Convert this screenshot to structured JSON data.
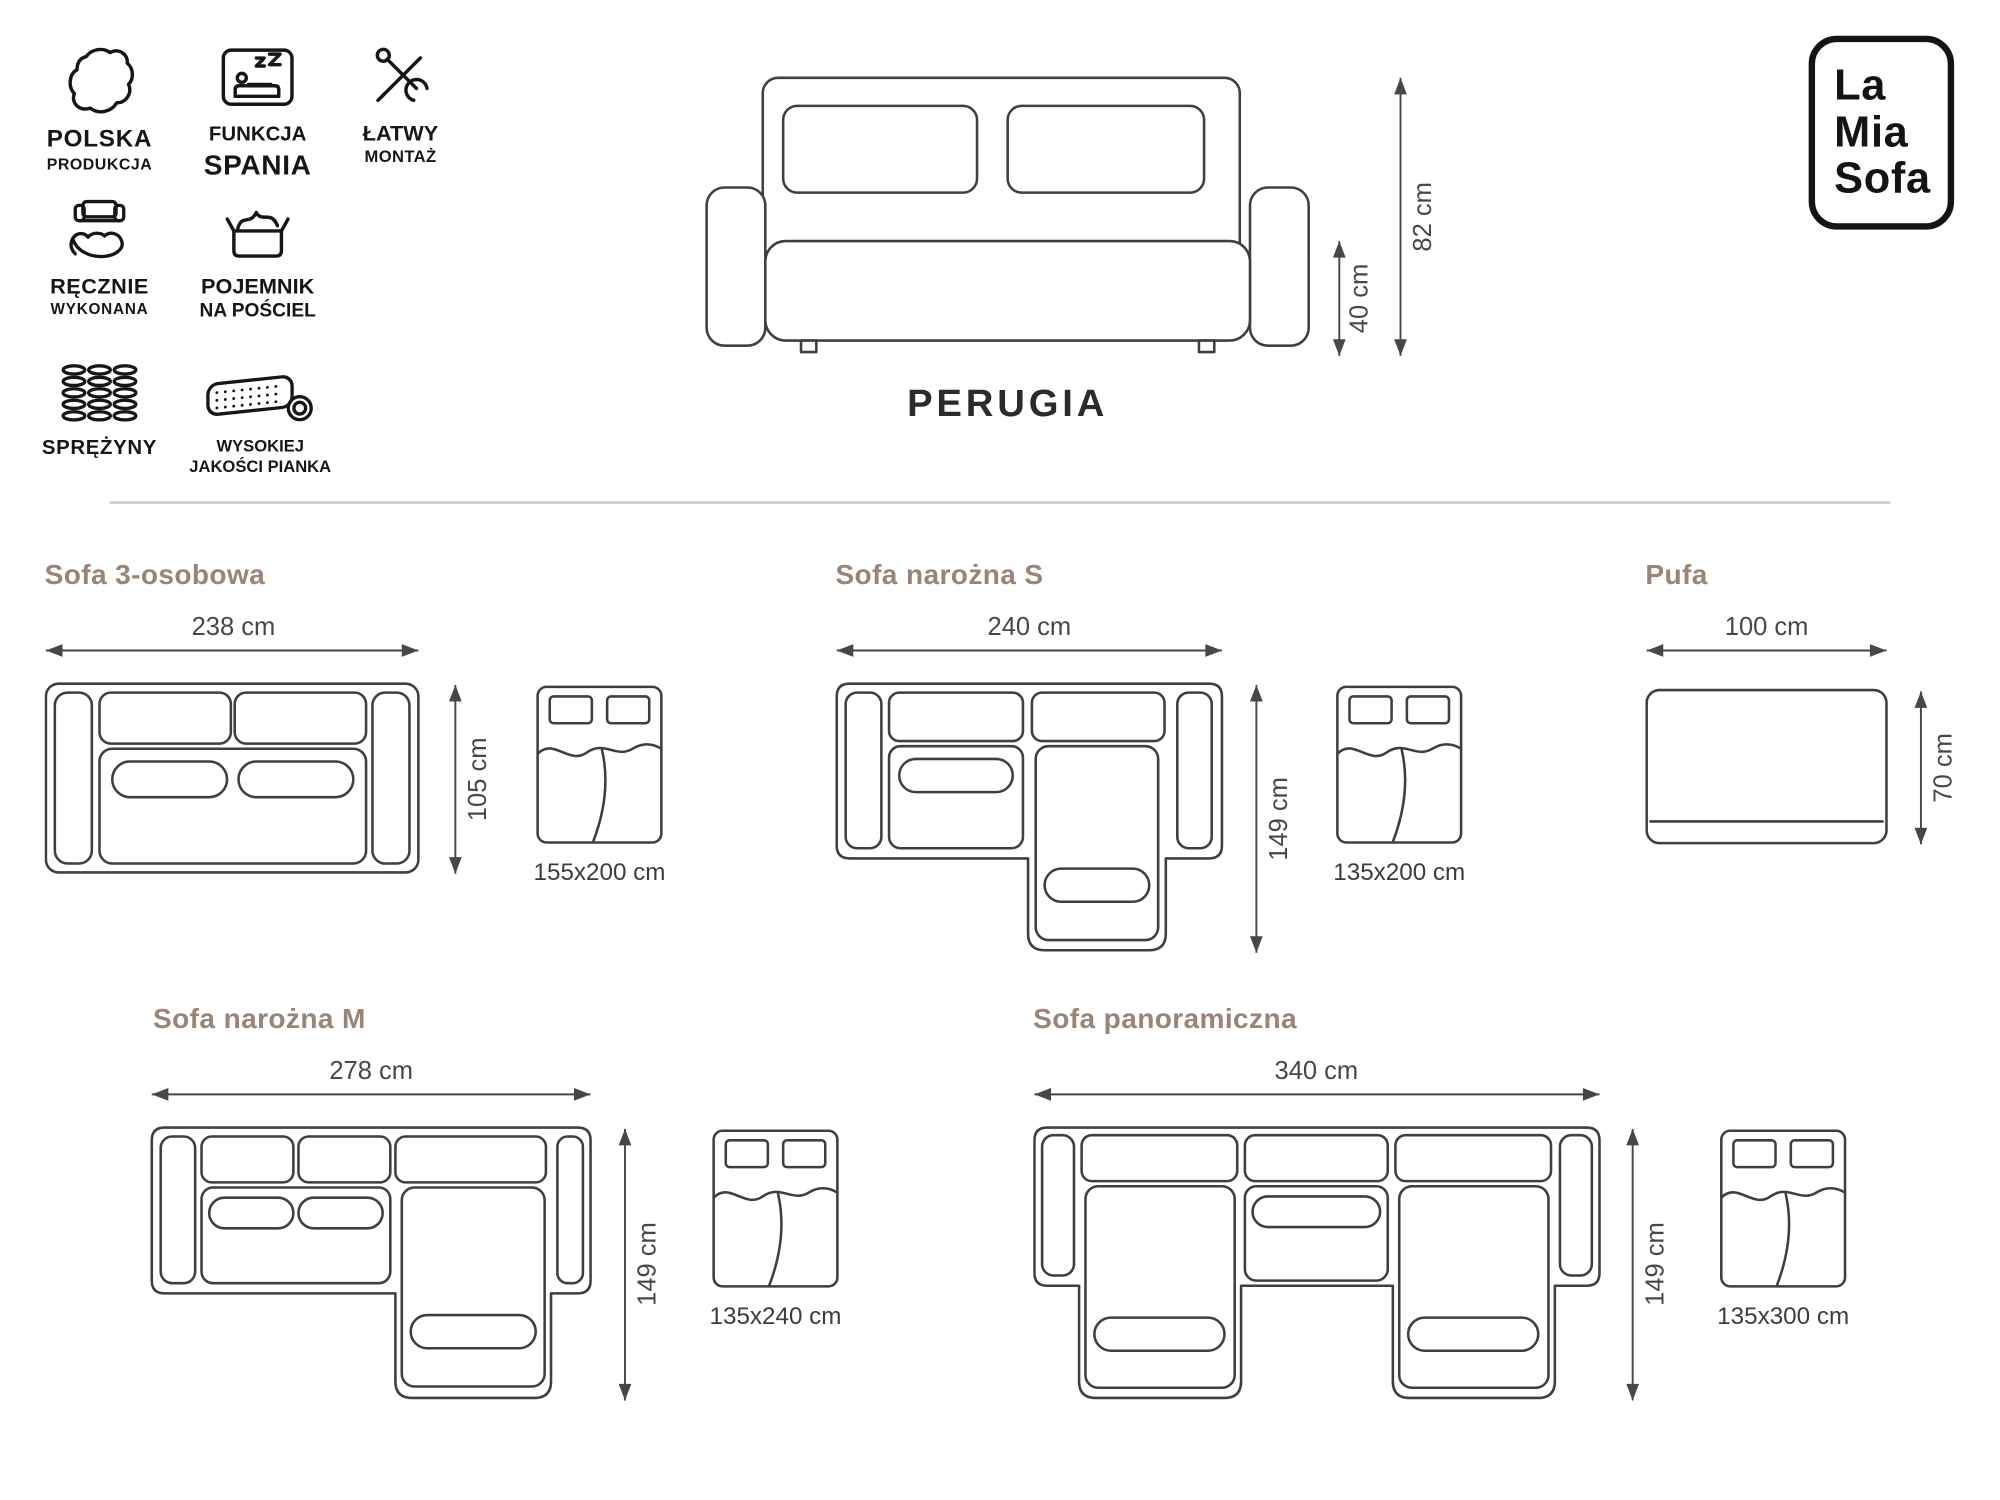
{
  "brand": {
    "line1": "La",
    "line2": "Mia",
    "line3": "Sofa"
  },
  "title": "PERUGIA",
  "features": [
    {
      "line1": "POLSKA",
      "line2": "PRODUKCJA"
    },
    {
      "line1": "FUNKCJA",
      "line2": "SPANIA"
    },
    {
      "line1": "ŁATWY",
      "line2": "MONTAŻ"
    },
    {
      "line1": "RĘCZNIE",
      "line2": "WYKONANA"
    },
    {
      "line1": "POJEMNIK",
      "line2": "NA POŚCIEL"
    },
    {
      "line1": "SPRĘŻYNY",
      "line2": ""
    },
    {
      "line1": "WYSOKIEJ",
      "line2": "JAKOŚCI PIANKA"
    }
  ],
  "front_view": {
    "total_height": "82 cm",
    "seat_height": "40 cm"
  },
  "variants": [
    {
      "name": "Sofa 3-osobowa",
      "width": "238 cm",
      "depth": "105 cm",
      "bed": "155x200 cm"
    },
    {
      "name": "Sofa narożna S",
      "width": "240 cm",
      "depth": "149 cm",
      "bed": "135x200 cm"
    },
    {
      "name": "Pufa",
      "width": "100 cm",
      "depth": "70 cm",
      "bed": ""
    },
    {
      "name": "Sofa narożna M",
      "width": "278 cm",
      "depth": "149 cm",
      "bed": "135x240 cm"
    },
    {
      "name": "Sofa panoramiczna",
      "width": "340 cm",
      "depth": "149 cm",
      "bed": "135x300 cm"
    }
  ],
  "colors": {
    "accent": "#9a8478",
    "ink": "#3f3f3f",
    "divider": "#c9c9c9"
  }
}
